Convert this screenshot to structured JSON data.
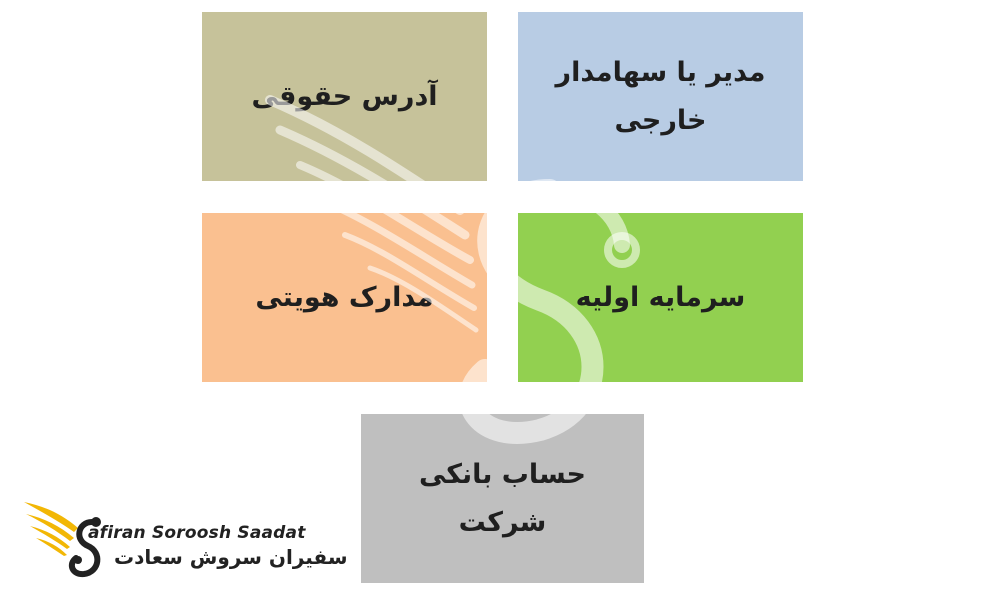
{
  "boxes": {
    "address": {
      "text": "آدرس حقوقی",
      "color": "#c6c29a"
    },
    "foreign_manager": {
      "line1": "مدیر یا سهامدار",
      "line2": "خارجی",
      "color": "#b8cce4"
    },
    "identity_docs": {
      "text": "مدارک هویتی",
      "color": "#fac090"
    },
    "initial_capital": {
      "text": "سرمایه اولیه",
      "color": "#92d050"
    },
    "bank_account": {
      "text": "حساب بانکی شرکت",
      "color": "#bfbfbf"
    }
  },
  "logo": {
    "name_en": "afiran Soroosh Saadat",
    "name_fa": "سفیران سروش سعادت",
    "accent_color": "#f2b705",
    "icon": "winged-s-icon"
  },
  "watermark": {
    "icon": "winged-s-watermark"
  }
}
